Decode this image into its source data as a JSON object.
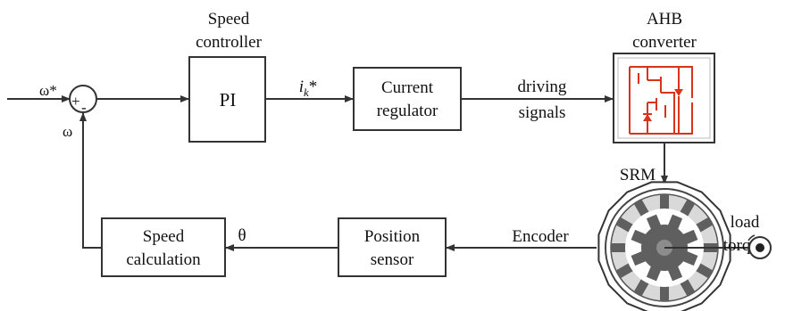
{
  "diagram": {
    "labels": {
      "omega_ref": "ω*",
      "omega_fb": "ω",
      "sum_plus": "+",
      "sum_minus": "-",
      "speed_controller_line1": "Speed",
      "speed_controller_line2": "controller",
      "pi": "PI",
      "ik_ref_symbol": "i",
      "ik_ref_sub": "k",
      "ik_ref_star": "*",
      "current_regulator_line1": "Current",
      "current_regulator_line2": "regulator",
      "driving_line1": "driving",
      "driving_line2": "signals",
      "ahb_line1": "AHB",
      "ahb_line2": "converter",
      "srm": "SRM",
      "load_line1": "load",
      "load_line2": "torque",
      "encoder": "Encoder",
      "position_line1": "Position",
      "position_line2": "sensor",
      "theta": "θ",
      "speed_calc_line1": "Speed",
      "speed_calc_line2": "calculation"
    },
    "colors": {
      "line": "#333333",
      "converter_circuit": "#d8341b",
      "motor_dark": "#5f5f5f",
      "motor_stator": "#d9d9d9"
    }
  }
}
